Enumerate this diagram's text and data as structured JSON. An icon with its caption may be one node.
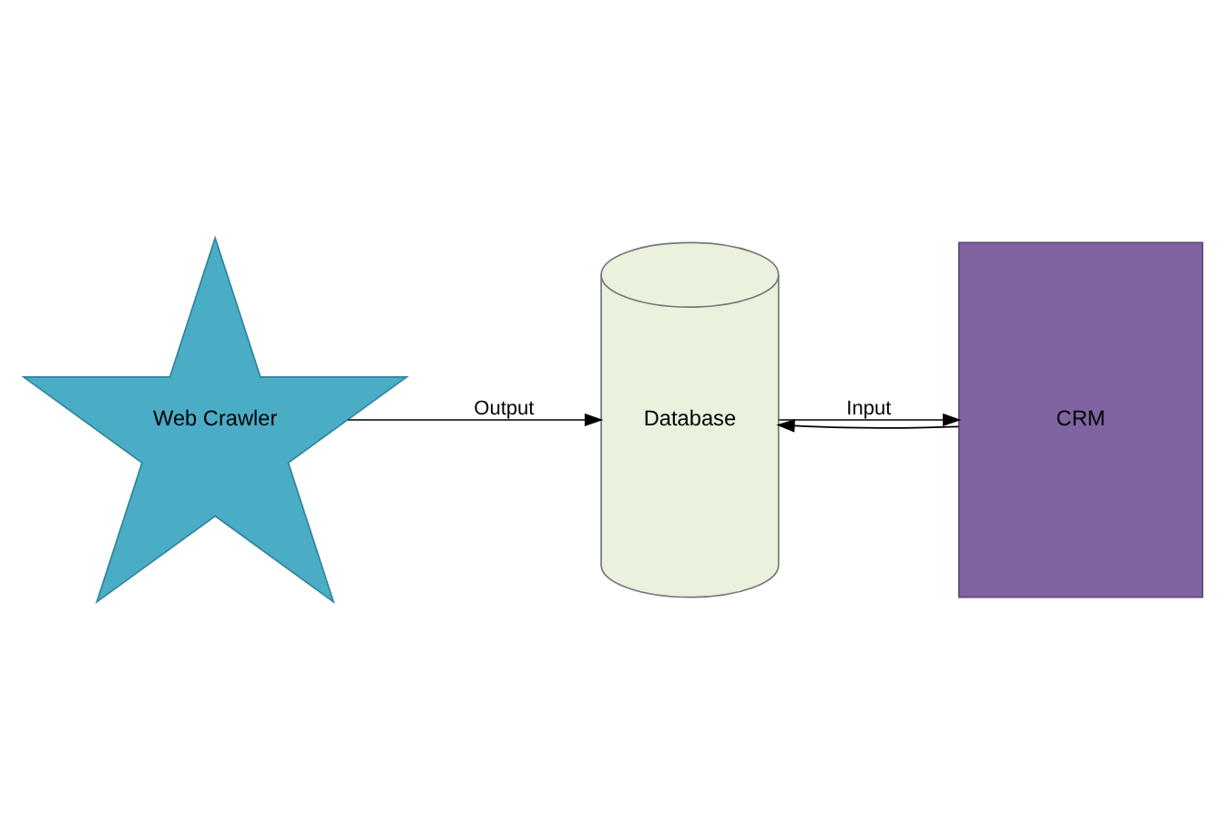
{
  "diagram": {
    "nodes": [
      {
        "text": [
          "Web Crawler"
        ]
      },
      {
        "text": [
          "Database"
        ]
      },
      {
        "text": [
          "CRM"
        ]
      }
    ],
    "edges": [
      {
        "from": 0,
        "to": 1,
        "arrow": "to",
        "label": "Output"
      },
      {
        "from": 1,
        "to": 2,
        "arrow": "to",
        "label": "Input"
      },
      {
        "from": 2,
        "to": 1,
        "arrow": "to"
      }
    ]
  }
}
